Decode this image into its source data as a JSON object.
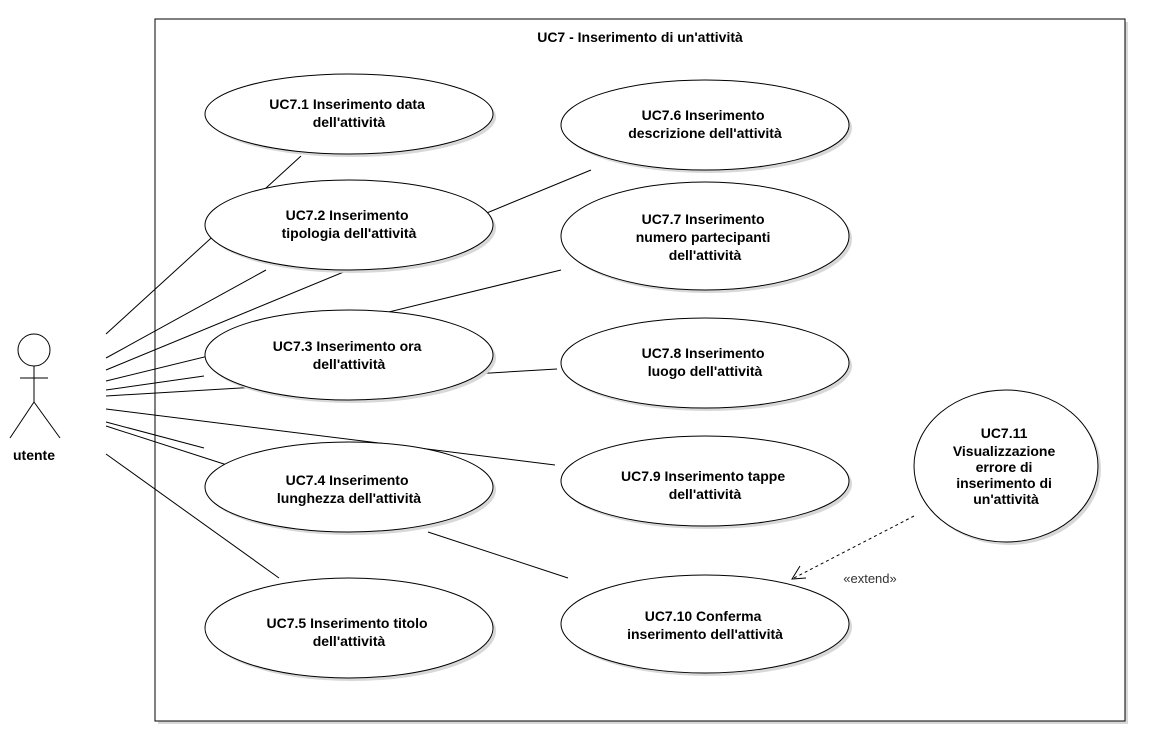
{
  "system": {
    "title": "UC7 - Inserimento di un'attività"
  },
  "actor": {
    "name": "utente"
  },
  "use_cases": [
    {
      "id": "uc7_1",
      "lines": [
        "UC7.1 Inserimento data",
        "dell'attività"
      ]
    },
    {
      "id": "uc7_2",
      "lines": [
        "UC7.2 Inserimento",
        "tipologia dell'attività"
      ]
    },
    {
      "id": "uc7_3",
      "lines": [
        "UC7.3 Inserimento ora",
        "dell'attività"
      ]
    },
    {
      "id": "uc7_4",
      "lines": [
        "UC7.4 Inserimento",
        "lunghezza dell'attività"
      ]
    },
    {
      "id": "uc7_5",
      "lines": [
        "UC7.5 Inserimento titolo",
        "dell'attività"
      ]
    },
    {
      "id": "uc7_6",
      "lines": [
        "UC7.6 Inserimento",
        "descrizione dell'attività"
      ]
    },
    {
      "id": "uc7_7",
      "lines": [
        "UC7.7 Inserimento",
        "numero partecipanti",
        "dell'attività"
      ]
    },
    {
      "id": "uc7_8",
      "lines": [
        "UC7.8 Inserimento",
        "luogo dell'attività"
      ]
    },
    {
      "id": "uc7_9",
      "lines": [
        "UC7.9 Inserimento tappe",
        "dell'attività"
      ]
    },
    {
      "id": "uc7_10",
      "lines": [
        "UC7.10 Conferma",
        "inserimento dell'attività"
      ]
    },
    {
      "id": "uc7_11",
      "lines": [
        "UC7.11",
        "Visualizzazione",
        "errore di",
        "inserimento di",
        "un'attività"
      ]
    }
  ],
  "relations": {
    "extend_label": "«extend»"
  }
}
